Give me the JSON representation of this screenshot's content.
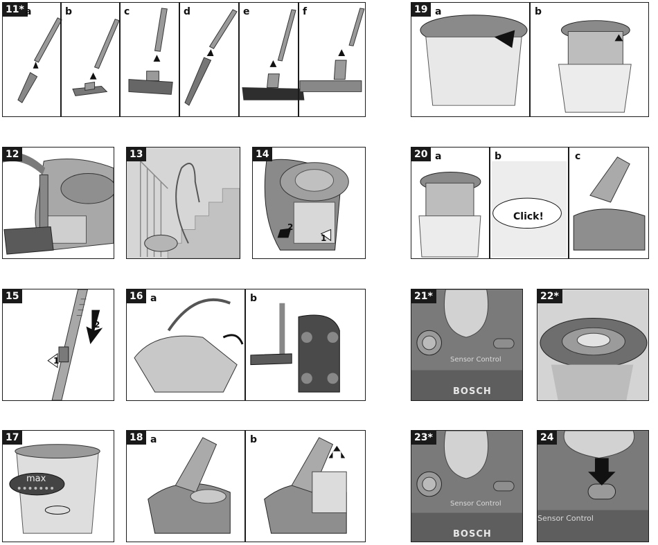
{
  "figures": [
    {
      "number": "11*",
      "subs": [
        "a",
        "b",
        "c",
        "d",
        "e",
        "f"
      ]
    },
    {
      "number": "12",
      "subs": []
    },
    {
      "number": "13",
      "subs": []
    },
    {
      "number": "14",
      "subs": [],
      "callouts": [
        "2",
        "1"
      ]
    },
    {
      "number": "15",
      "subs": [],
      "callouts": [
        "1",
        "2"
      ]
    },
    {
      "number": "16",
      "subs": [
        "a",
        "b"
      ]
    },
    {
      "number": "17",
      "subs": [],
      "label": "max"
    },
    {
      "number": "18",
      "subs": [
        "a",
        "b"
      ]
    },
    {
      "number": "19",
      "subs": [
        "a",
        "b"
      ]
    },
    {
      "number": "20",
      "subs": [
        "a",
        "b",
        "c"
      ],
      "label": "Click!"
    },
    {
      "number": "21*",
      "subs": [],
      "brand": "BOSCH",
      "control_label": "Sensor Control"
    },
    {
      "number": "22*",
      "subs": []
    },
    {
      "number": "23*",
      "subs": [],
      "brand": "BOSCH",
      "control_label": "Sensor Control"
    },
    {
      "number": "24",
      "subs": [],
      "control_label": "Sensor Control"
    }
  ]
}
